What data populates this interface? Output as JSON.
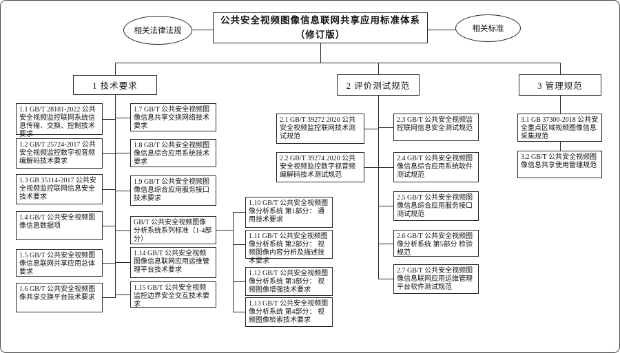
{
  "diagram": {
    "title_line1": "公共安全视频图像信息联网共享应用标准体系",
    "title_line2": "（修订版）",
    "left_ellipse": "相关法律法规",
    "right_ellipse": "相关标准"
  },
  "sections": [
    {
      "label": "1 技术要求",
      "left": [
        "1.1 GB/T 28181-2022 公共安全视频监控联网系统信息传输、交换、控制技术要求",
        "1.2 GB/T 25724-2017 公共安全视频监控数字视音频编解码技术要求",
        "1.3 GB 35114-2017 公共安全视频监控联网信息安全技术要求",
        "1.4 GB/T 公共安全视频图像信息数据项",
        "1.5 GB/T 公共安全视频图像信息联网共享应用总体要求",
        "1.6 GB/T 公共安全视频图像共享交换平台技术要求"
      ],
      "right": [
        "1.7 GB/T 公共安全视频图像信息共享交换网络技术要求",
        "1.8 GB/T 公共安全视频图像信息综合应用系统技术要求",
        "1.9 GB/T 公共安全视频图像信息综合应用服务接口技术要求",
        "GB/T 公共安全视频图像分析系统系列标准（1-4部分）",
        "1.14 GB/T 公共安全视频图像信息联网应用运维管理平台技术要求",
        "1.15 GB/T 公共安全视频监控边界安全交互技术要求"
      ],
      "sub": [
        "1.10 GB/T 公共安全视频图像分析系统 第1部分： 通用技术要求",
        "1.11 GB/T 公共安全视频图像分析系统 第2部分： 视频图像内容分析及描述技术要求",
        "1.12 GB/T 公共安全视频图像分析系统 第3部分： 视频图像增强技术要求",
        "1.13 GB/T 公共安全视频图像分析系统 第4部分： 视频图像检索技术要求"
      ]
    },
    {
      "label": "2 评价测试规范",
      "left": [
        "2.1 GB/T 39272 2020 公共安全视频监控联网技术测试规范",
        "2.2 GB/T 39274 2020 公共安全视频监控数字视音频编解码技术测试规范"
      ],
      "right": [
        "2.3 GB/T 公共安全视频监控联网信息安全测试规范",
        "2.4 GB/T 公共安全视频图像信息综合应用系统软件测试规范",
        "2.5 GB/T 公共安全视频图像信息综合应用服务接口测试规范",
        "2.6 GB/T 公共安全视频图像分析系统 第5部分 检验规范",
        "2.7 GB/T 公共安全视频图像信息联网应用运维管理平台软件测试规范"
      ]
    },
    {
      "label": "3 管理规范",
      "items": [
        "3.1 GB 37300-2018 公共安全重点区域视频图像信息采集规范",
        "3.2 GB/T 公共安全视频图像信息共享使用管理规范"
      ]
    }
  ],
  "colors": {
    "line": "#262626",
    "background": "#ffffff"
  }
}
